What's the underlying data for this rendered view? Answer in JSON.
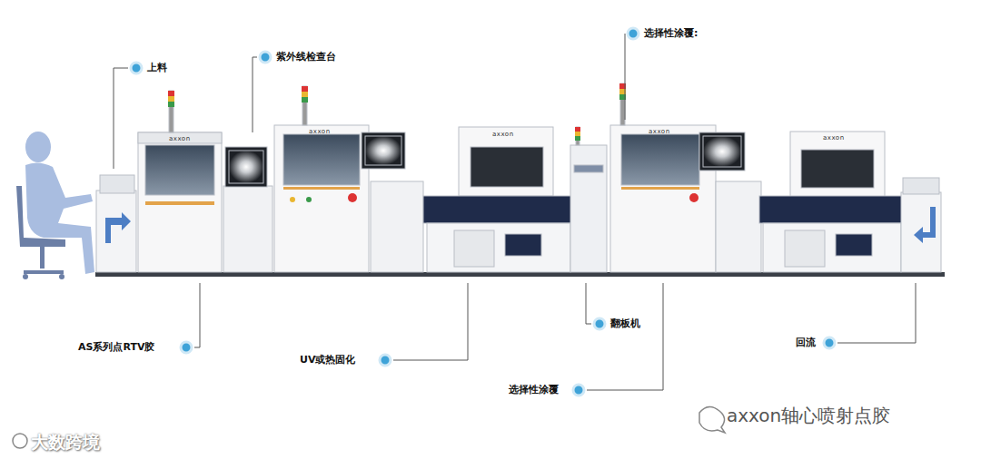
{
  "diagram": {
    "labels": [
      "上料",
      "紫外线检查台",
      "选择性涂覆:",
      "AS系列点RTV胶",
      "UV或热固化",
      "翻板机",
      "选择性涂覆",
      "回流",
      "axxon",
      "axxon",
      "axxon",
      "axxon",
      "axxon",
      "大数跨境",
      "axxon轴心喷射点胶"
    ]
  }
}
